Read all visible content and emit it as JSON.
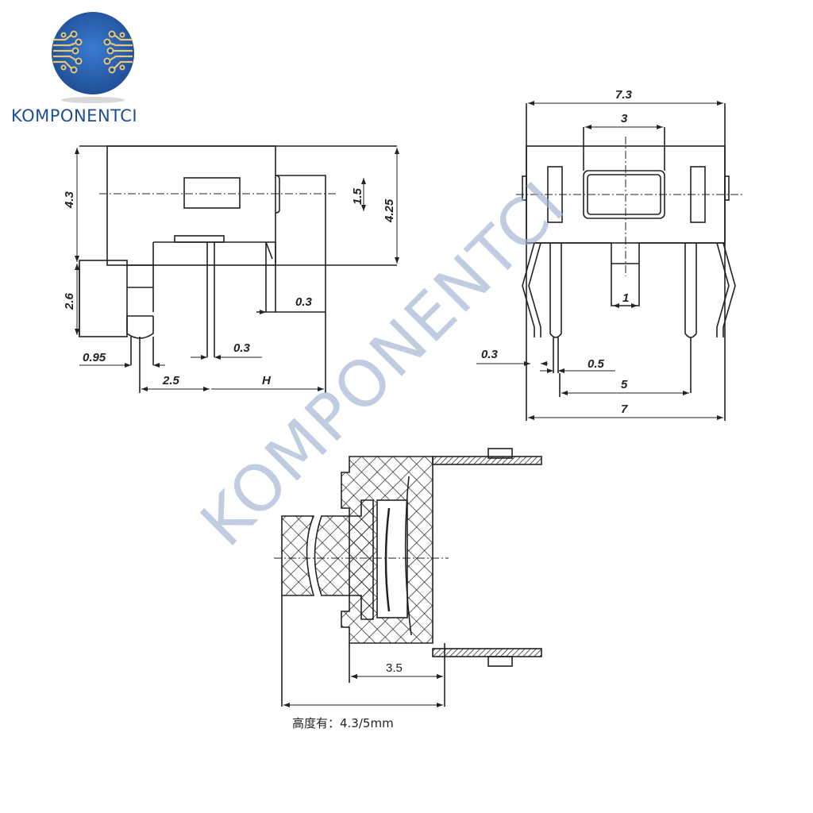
{
  "brand": {
    "name": "KOMPONENTCI",
    "logo_color": "#2a64b0",
    "trace_color": "#e6c77a",
    "text_color": "#1f4f8f"
  },
  "watermark": {
    "text": "KOMPONENTCI",
    "color": "#9fb2cf"
  },
  "side_view": {
    "dimensions": {
      "height_total": "4.3",
      "lead_height": "2.6",
      "actuator_dia": "1.5",
      "body_height": "4.25",
      "offset_top": "0.3",
      "lead_width": "0.3",
      "lead_offset": "0.95",
      "pitch": "2.5",
      "actuator_height": "H"
    }
  },
  "front_view": {
    "dimensions": {
      "overall_width": "7.3",
      "actuator_width": "3",
      "slot_width": "1",
      "lead_thickness": "0.3",
      "pin_width": "0.5",
      "pin_pitch": "5",
      "lead_span": "7"
    }
  },
  "section_view": {
    "dimensions": {
      "inner_width": "3.5"
    },
    "note": "高度有：4.3/5mm"
  }
}
